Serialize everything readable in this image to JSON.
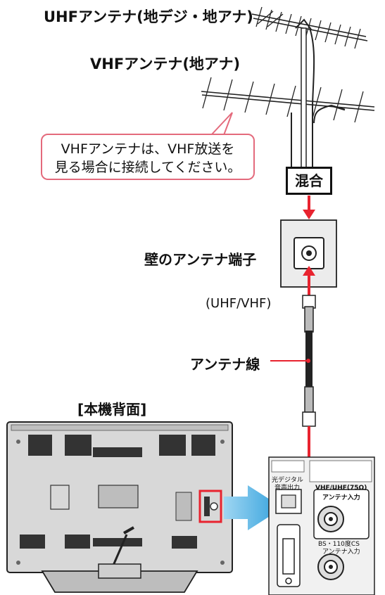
{
  "labels": {
    "uhf_antenna": "UHFアンテナ(地デジ・地アナ)",
    "vhf_antenna": "VHFアンテナ(地アナ)",
    "note_line1": "VHFアンテナは、VHF放送を",
    "note_line2": "見る場合に接続してください。",
    "mixer": "混合",
    "wall_terminal": "壁のアンテナ端子",
    "plug_type": "(UHF/VHF)",
    "antenna_cable": "アンテナ線",
    "rear_view": "[本機背面]"
  },
  "panel_labels": {
    "optical": "光デジタル",
    "audio_out": "音声出力",
    "vhf_uhf_input": "VHF/UHF(75Ω)",
    "antenna_in_1": "アンテナ入力",
    "bs_cs": "BS・110度CS",
    "antenna_in_2": "アンテナ入力"
  },
  "colors": {
    "signal": "#e8232f",
    "callout": "#e46a7c",
    "highlight_arrow": "#3aa9e0",
    "wall": "#ececec",
    "tv_body": "#d8d8d8",
    "panel": "#f1f1f1"
  }
}
